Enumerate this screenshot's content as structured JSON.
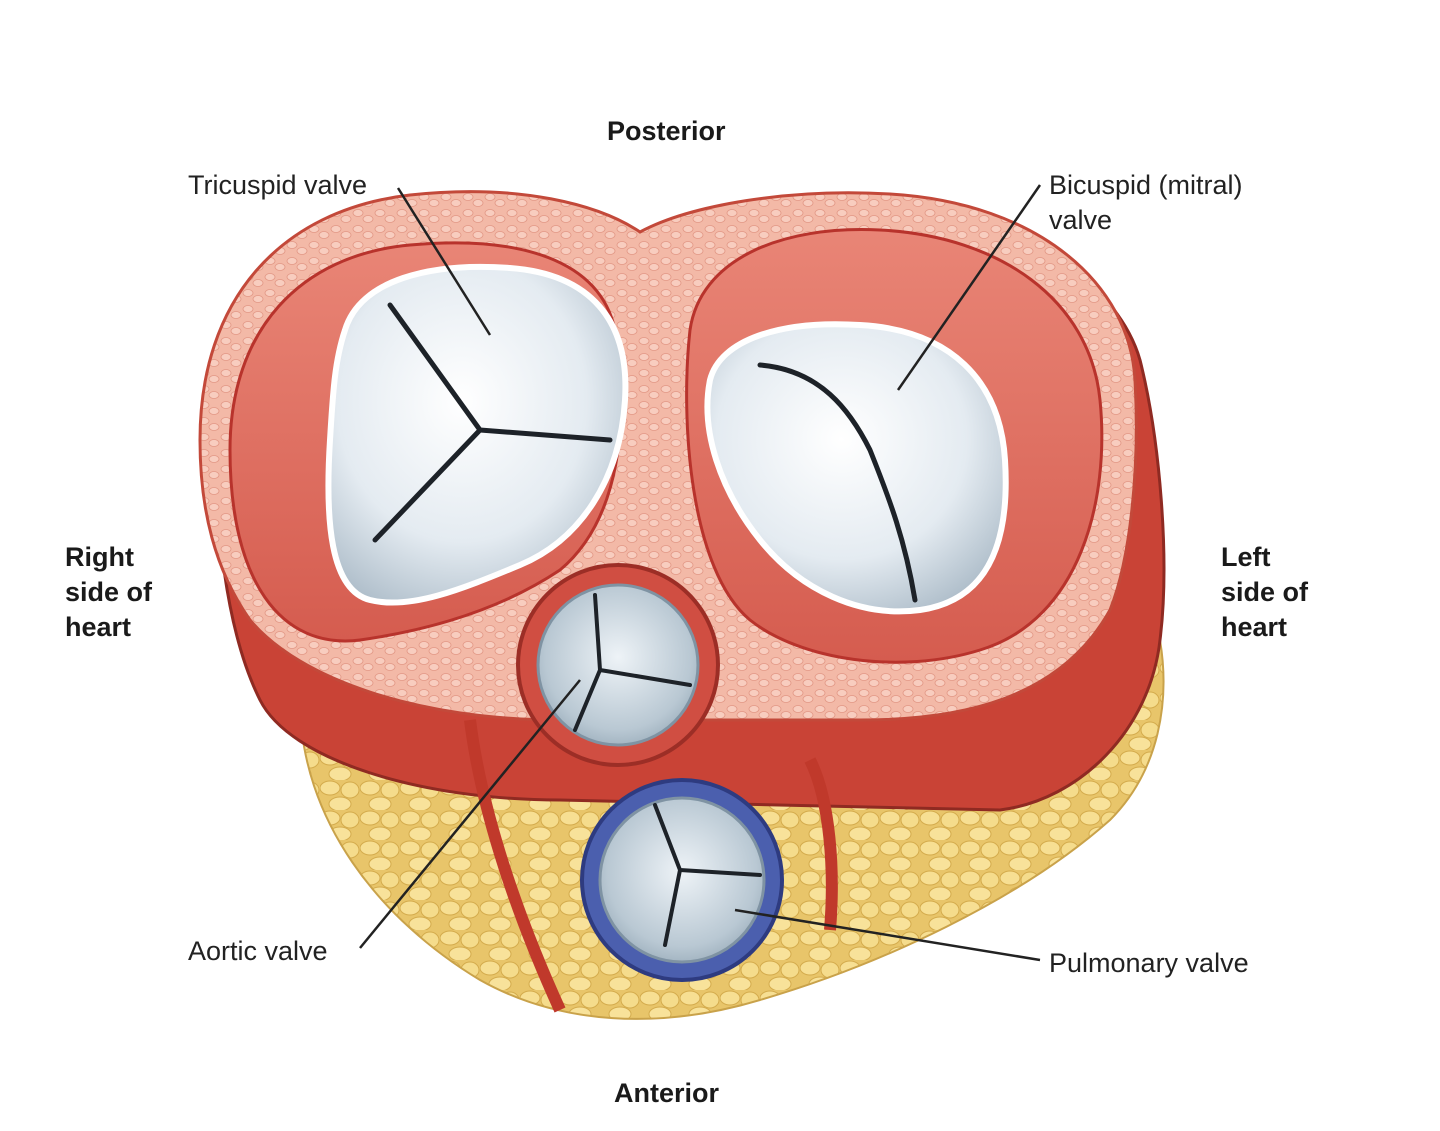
{
  "orientation": {
    "top": "Posterior",
    "bottom": "Anterior",
    "left_lines": [
      "Right",
      "side of",
      "heart"
    ],
    "right_lines": [
      "Left",
      "side of",
      "heart"
    ]
  },
  "labels": {
    "tricuspid": "Tricuspid valve",
    "bicuspid_lines": [
      "Bicuspid (mitral)",
      "valve"
    ],
    "aortic": "Aortic valve",
    "pulmonary": "Pulmonary valve"
  },
  "colors": {
    "muscle": "#e0685a",
    "muscle_dark": "#b8332c",
    "muscle_light": "#ef9b88",
    "fibrous": "#f2b3a1",
    "valve": "#e6ecf1",
    "pulmonary_ring": "#4b5fae",
    "fat": "#f3d98a",
    "leader_line": "#222222"
  }
}
